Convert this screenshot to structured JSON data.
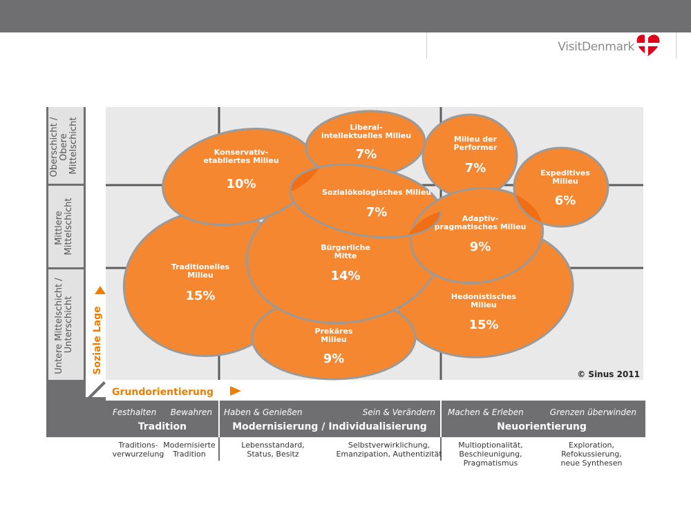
{
  "header": {
    "brand": "VisitDenmark",
    "brand_color": "#e2001a"
  },
  "colors": {
    "bubble": "#f58731",
    "overlap": "#ef6e16",
    "bubble_stroke": "#9a9a9a",
    "grid": "#5d5d5d",
    "accent": "#ef7d00"
  },
  "y_axis": {
    "title": "Soziale Lage",
    "bands": [
      [
        "Oberschicht /",
        "Obere",
        "Mittelschicht"
      ],
      [
        "Mittlere",
        "Mittelschicht"
      ],
      [
        "Untere Mittelschicht /",
        "Unterschicht"
      ]
    ]
  },
  "x_axis": {
    "title": "Grundorientierung",
    "groups": [
      {
        "sub": [
          "Festhalten",
          "Bewahren"
        ],
        "label": "Tradition",
        "desc": [
          [
            "Traditions-",
            "verwurzelung"
          ],
          [
            "Modernisierte",
            "Tradition"
          ]
        ]
      },
      {
        "sub": [
          "Haben & Genießen",
          "Sein & Verändern"
        ],
        "label": "Modernisierung / Individualisierung",
        "desc": [
          [
            "Lebensstandard,",
            "Status, Besitz"
          ],
          [
            "Selbstverwirklichung,",
            "Emanzipation, Authentizität"
          ]
        ]
      },
      {
        "sub": [
          "Machen & Erleben",
          "Grenzen überwinden"
        ],
        "label": "Neuorientierung",
        "desc": [
          [
            "Multioptionalität,",
            "Beschleunigung,",
            "Pragmatismus"
          ],
          [
            "Exploration,",
            "Refokussierung,",
            "neue Synthesen"
          ]
        ]
      }
    ]
  },
  "milieus": [
    {
      "name": [
        "Konservativ-",
        "etabliertes Milieu"
      ],
      "share": "10%"
    },
    {
      "name": [
        "Liberal-",
        "intellektuelles Milieu"
      ],
      "share": "7%"
    },
    {
      "name": [
        "Milieu der",
        "Performer"
      ],
      "share": "7%"
    },
    {
      "name": [
        "Expeditives",
        "Milieu"
      ],
      "share": "6%"
    },
    {
      "name": [
        "Sozialökologisches Milieu"
      ],
      "share": "7%"
    },
    {
      "name": [
        "Adaptiv-",
        "pragmatisches Milieu"
      ],
      "share": "9%"
    },
    {
      "name": [
        "Bürgerliche",
        "Mitte"
      ],
      "share": "14%"
    },
    {
      "name": [
        "Traditionelles",
        "Milieu"
      ],
      "share": "15%"
    },
    {
      "name": [
        "Hedonistisches",
        "Milieu"
      ],
      "share": "15%"
    },
    {
      "name": [
        "Prekäres",
        "Milieu"
      ],
      "share": "9%"
    }
  ],
  "copyright": "© Sinus 2011"
}
